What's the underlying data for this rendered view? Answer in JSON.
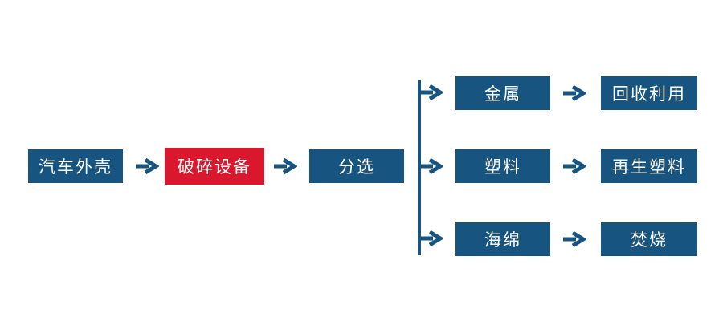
{
  "colors": {
    "primary_blue": "#175580",
    "highlight_red": "#d9182d",
    "box_text": "#ffffff",
    "background": "#ffffff"
  },
  "flow": {
    "input": {
      "label": "汽车外壳"
    },
    "process": {
      "label": "破碎设备"
    },
    "sort": {
      "label": "分选"
    }
  },
  "branches": [
    {
      "material": {
        "label": "金属"
      },
      "outcome": {
        "label": "回收利用"
      }
    },
    {
      "material": {
        "label": "塑料"
      },
      "outcome": {
        "label": "再生塑料"
      }
    },
    {
      "material": {
        "label": "海绵"
      },
      "outcome": {
        "label": "焚烧"
      }
    }
  ]
}
